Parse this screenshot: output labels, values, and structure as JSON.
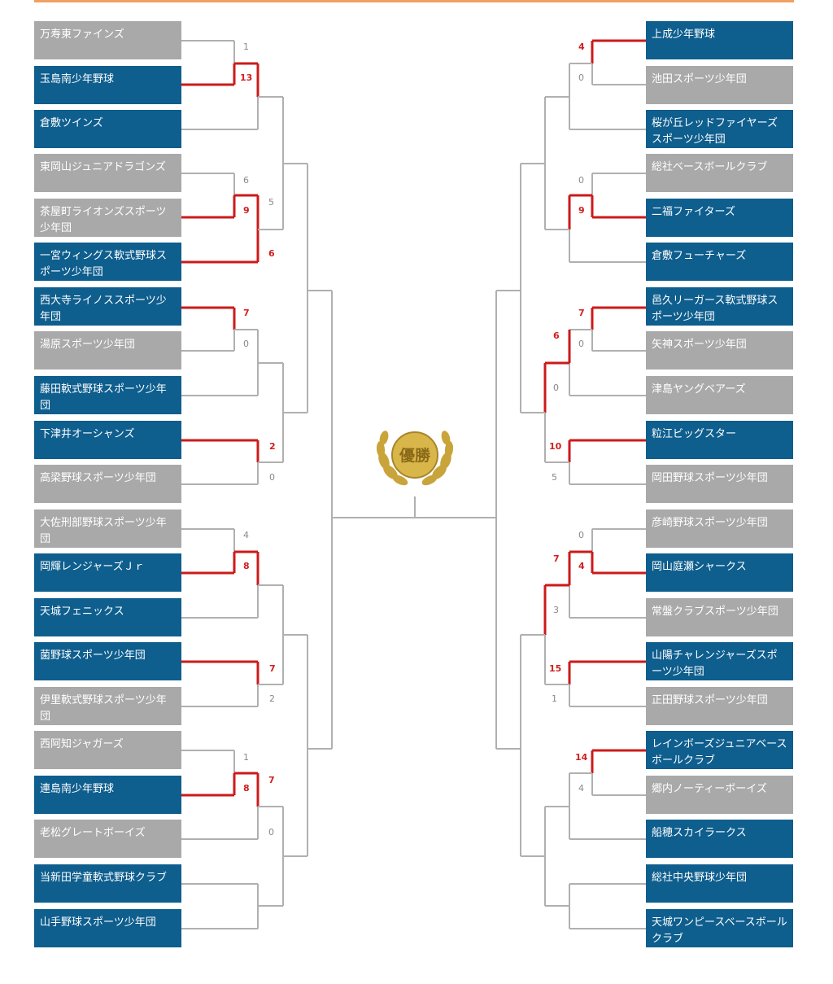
{
  "teams_left": [
    {
      "name": "万寿東ファインズ",
      "won": false
    },
    {
      "name": "玉島南少年野球",
      "won": true
    },
    {
      "name": "倉敷ツインズ",
      "won": true
    },
    {
      "name": "東岡山ジュニアドラゴンズ",
      "won": false
    },
    {
      "name": "茶屋町ライオンズスポーツ少年団",
      "won": false
    },
    {
      "name": "一宮ウィングス軟式野球スポーツ少年団",
      "won": true
    },
    {
      "name": "西大寺ライノススポーツ少年団",
      "won": true
    },
    {
      "name": "湯原スポーツ少年団",
      "won": false
    },
    {
      "name": "藤田軟式野球スポーツ少年団",
      "won": true
    },
    {
      "name": "下津井オーシャンズ",
      "won": true
    },
    {
      "name": "高梁野球スポーツ少年団",
      "won": false
    },
    {
      "name": "大佐刑部野球スポーツ少年団",
      "won": false
    },
    {
      "name": "岡輝レンジャーズＪｒ",
      "won": true
    },
    {
      "name": "天城フェニックス",
      "won": true
    },
    {
      "name": "菌野球スポーツ少年団",
      "won": true
    },
    {
      "name": "伊里軟式野球スポーツ少年団",
      "won": false
    },
    {
      "name": "西阿知ジャガーズ",
      "won": false
    },
    {
      "name": "連島南少年野球",
      "won": true
    },
    {
      "name": "老松グレートボーイズ",
      "won": false
    },
    {
      "name": "当新田学童軟式野球クラブ",
      "won": true
    },
    {
      "name": "山手野球スポーツ少年団",
      "won": true
    }
  ],
  "teams_right": [
    {
      "name": "上成少年野球",
      "won": true
    },
    {
      "name": "池田スポーツ少年団",
      "won": false
    },
    {
      "name": "桜が丘レッドファイヤーズスポーツ少年団",
      "won": true
    },
    {
      "name": "総社ベースボールクラブ",
      "won": false
    },
    {
      "name": "二福ファイターズ",
      "won": true
    },
    {
      "name": "倉敷フューチャーズ",
      "won": true
    },
    {
      "name": "邑久リーガース軟式野球スポーツ少年団",
      "won": true
    },
    {
      "name": "矢神スポーツ少年団",
      "won": false
    },
    {
      "name": "津島ヤングベアーズ",
      "won": false
    },
    {
      "name": "粒江ビッグスター",
      "won": true
    },
    {
      "name": "岡田野球スポーツ少年団",
      "won": false
    },
    {
      "name": "彦崎野球スポーツ少年団",
      "won": false
    },
    {
      "name": "岡山庭瀬シャークス",
      "won": true
    },
    {
      "name": "常盤クラブスポーツ少年団",
      "won": false
    },
    {
      "name": "山陽チャレンジャーズスポーツ少年団",
      "won": true
    },
    {
      "name": "正田野球スポーツ少年団",
      "won": false
    },
    {
      "name": "レインボーズジュニアベースボールクラブ",
      "won": true
    },
    {
      "name": "郷内ノーティーボーイズ",
      "won": false
    },
    {
      "name": "船穂スカイラークス",
      "won": true
    },
    {
      "name": "総社中央野球少年団",
      "won": true
    },
    {
      "name": "天城ワンピースベースボールクラブ",
      "won": true
    }
  ],
  "scores_left": [
    "1",
    "13",
    "6",
    "9",
    "5",
    "6",
    "7",
    "0",
    "2",
    "0",
    "4",
    "8",
    "7",
    "2",
    "1",
    "8",
    "7",
    "0"
  ],
  "scores_right": [
    "4",
    "0",
    "0",
    "9",
    "7",
    "6",
    "0",
    "0",
    "10",
    "5",
    "0",
    "7",
    "4",
    "3",
    "15",
    "1",
    "14",
    "4"
  ],
  "trophy_label": "優勝",
  "colors": {
    "winner_bg": "#0e5e8e",
    "loser_bg": "#a9a9a9",
    "line_gray": "#b0b0b0",
    "line_red": "#cc1a1a",
    "score_win": "#d02020",
    "score_lose": "#888888",
    "trophy_gold": "#c9a43a"
  }
}
